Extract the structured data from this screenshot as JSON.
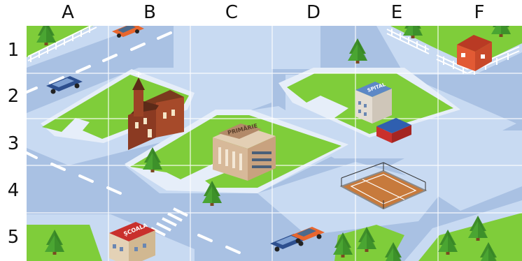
{
  "grid": {
    "columns": [
      "A",
      "B",
      "C",
      "D",
      "E",
      "F"
    ],
    "rows": [
      "1",
      "2",
      "3",
      "4",
      "5"
    ]
  },
  "buildings": {
    "school_sign": "ȘCOALA",
    "town_hall_sign": "PRIMĂRIE",
    "hospital_sign": "SPITAL"
  },
  "colors": {
    "road": "#a9c1e3",
    "block": "#c8daf2",
    "grass": "#7fcd3a",
    "curb": "#e6eef9",
    "grid_line": "#ffffff"
  }
}
